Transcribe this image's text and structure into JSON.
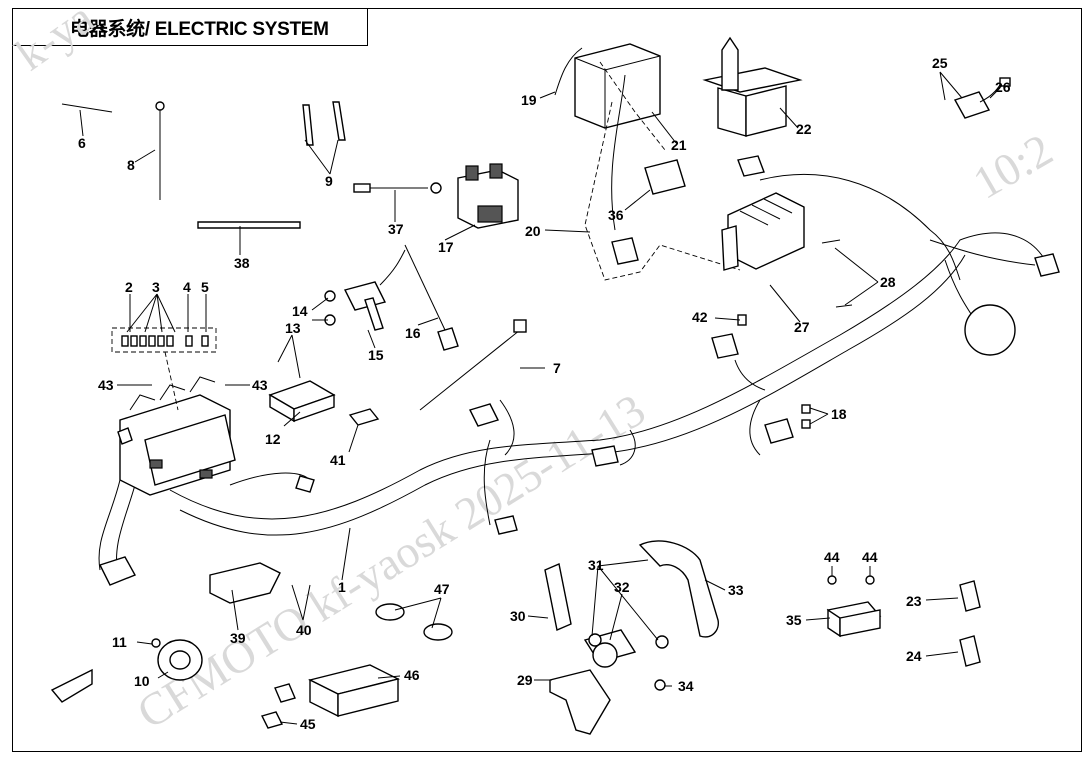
{
  "title": "电器系统/ ELECTRIC SYSTEM",
  "watermark": {
    "left": "k-ya",
    "right": "10:2",
    "center": "CFMOTO kf-yaosk 2025-11-13"
  },
  "callouts": [
    {
      "id": "c1",
      "text": "1"
    },
    {
      "id": "c2",
      "text": "2"
    },
    {
      "id": "c3",
      "text": "3"
    },
    {
      "id": "c4",
      "text": "4"
    },
    {
      "id": "c5",
      "text": "5"
    },
    {
      "id": "c6",
      "text": "6"
    },
    {
      "id": "c7",
      "text": "7"
    },
    {
      "id": "c8",
      "text": "8"
    },
    {
      "id": "c9",
      "text": "9"
    },
    {
      "id": "c10",
      "text": "10"
    },
    {
      "id": "c11",
      "text": "11"
    },
    {
      "id": "c12",
      "text": "12"
    },
    {
      "id": "c13",
      "text": "13"
    },
    {
      "id": "c14",
      "text": "14"
    },
    {
      "id": "c15",
      "text": "15"
    },
    {
      "id": "c16",
      "text": "16"
    },
    {
      "id": "c17",
      "text": "17"
    },
    {
      "id": "c18",
      "text": "18"
    },
    {
      "id": "c19",
      "text": "19"
    },
    {
      "id": "c20",
      "text": "20"
    },
    {
      "id": "c21",
      "text": "21"
    },
    {
      "id": "c22",
      "text": "22"
    },
    {
      "id": "c23",
      "text": "23"
    },
    {
      "id": "c24",
      "text": "24"
    },
    {
      "id": "c25",
      "text": "25"
    },
    {
      "id": "c26",
      "text": "26"
    },
    {
      "id": "c27",
      "text": "27"
    },
    {
      "id": "c28",
      "text": "28"
    },
    {
      "id": "c29",
      "text": "29"
    },
    {
      "id": "c30",
      "text": "30"
    },
    {
      "id": "c31",
      "text": "31"
    },
    {
      "id": "c32",
      "text": "32"
    },
    {
      "id": "c33",
      "text": "33"
    },
    {
      "id": "c34",
      "text": "34"
    },
    {
      "id": "c35",
      "text": "35"
    },
    {
      "id": "c36",
      "text": "36"
    },
    {
      "id": "c37",
      "text": "37"
    },
    {
      "id": "c38",
      "text": "38"
    },
    {
      "id": "c39",
      "text": "39"
    },
    {
      "id": "c40",
      "text": "40"
    },
    {
      "id": "c41",
      "text": "41"
    },
    {
      "id": "c42",
      "text": "42"
    },
    {
      "id": "c43a",
      "text": "43"
    },
    {
      "id": "c43b",
      "text": "43"
    },
    {
      "id": "c44a",
      "text": "44"
    },
    {
      "id": "c44b",
      "text": "44"
    },
    {
      "id": "c45",
      "text": "45"
    },
    {
      "id": "c46",
      "text": "46"
    },
    {
      "id": "c47",
      "text": "47"
    }
  ]
}
